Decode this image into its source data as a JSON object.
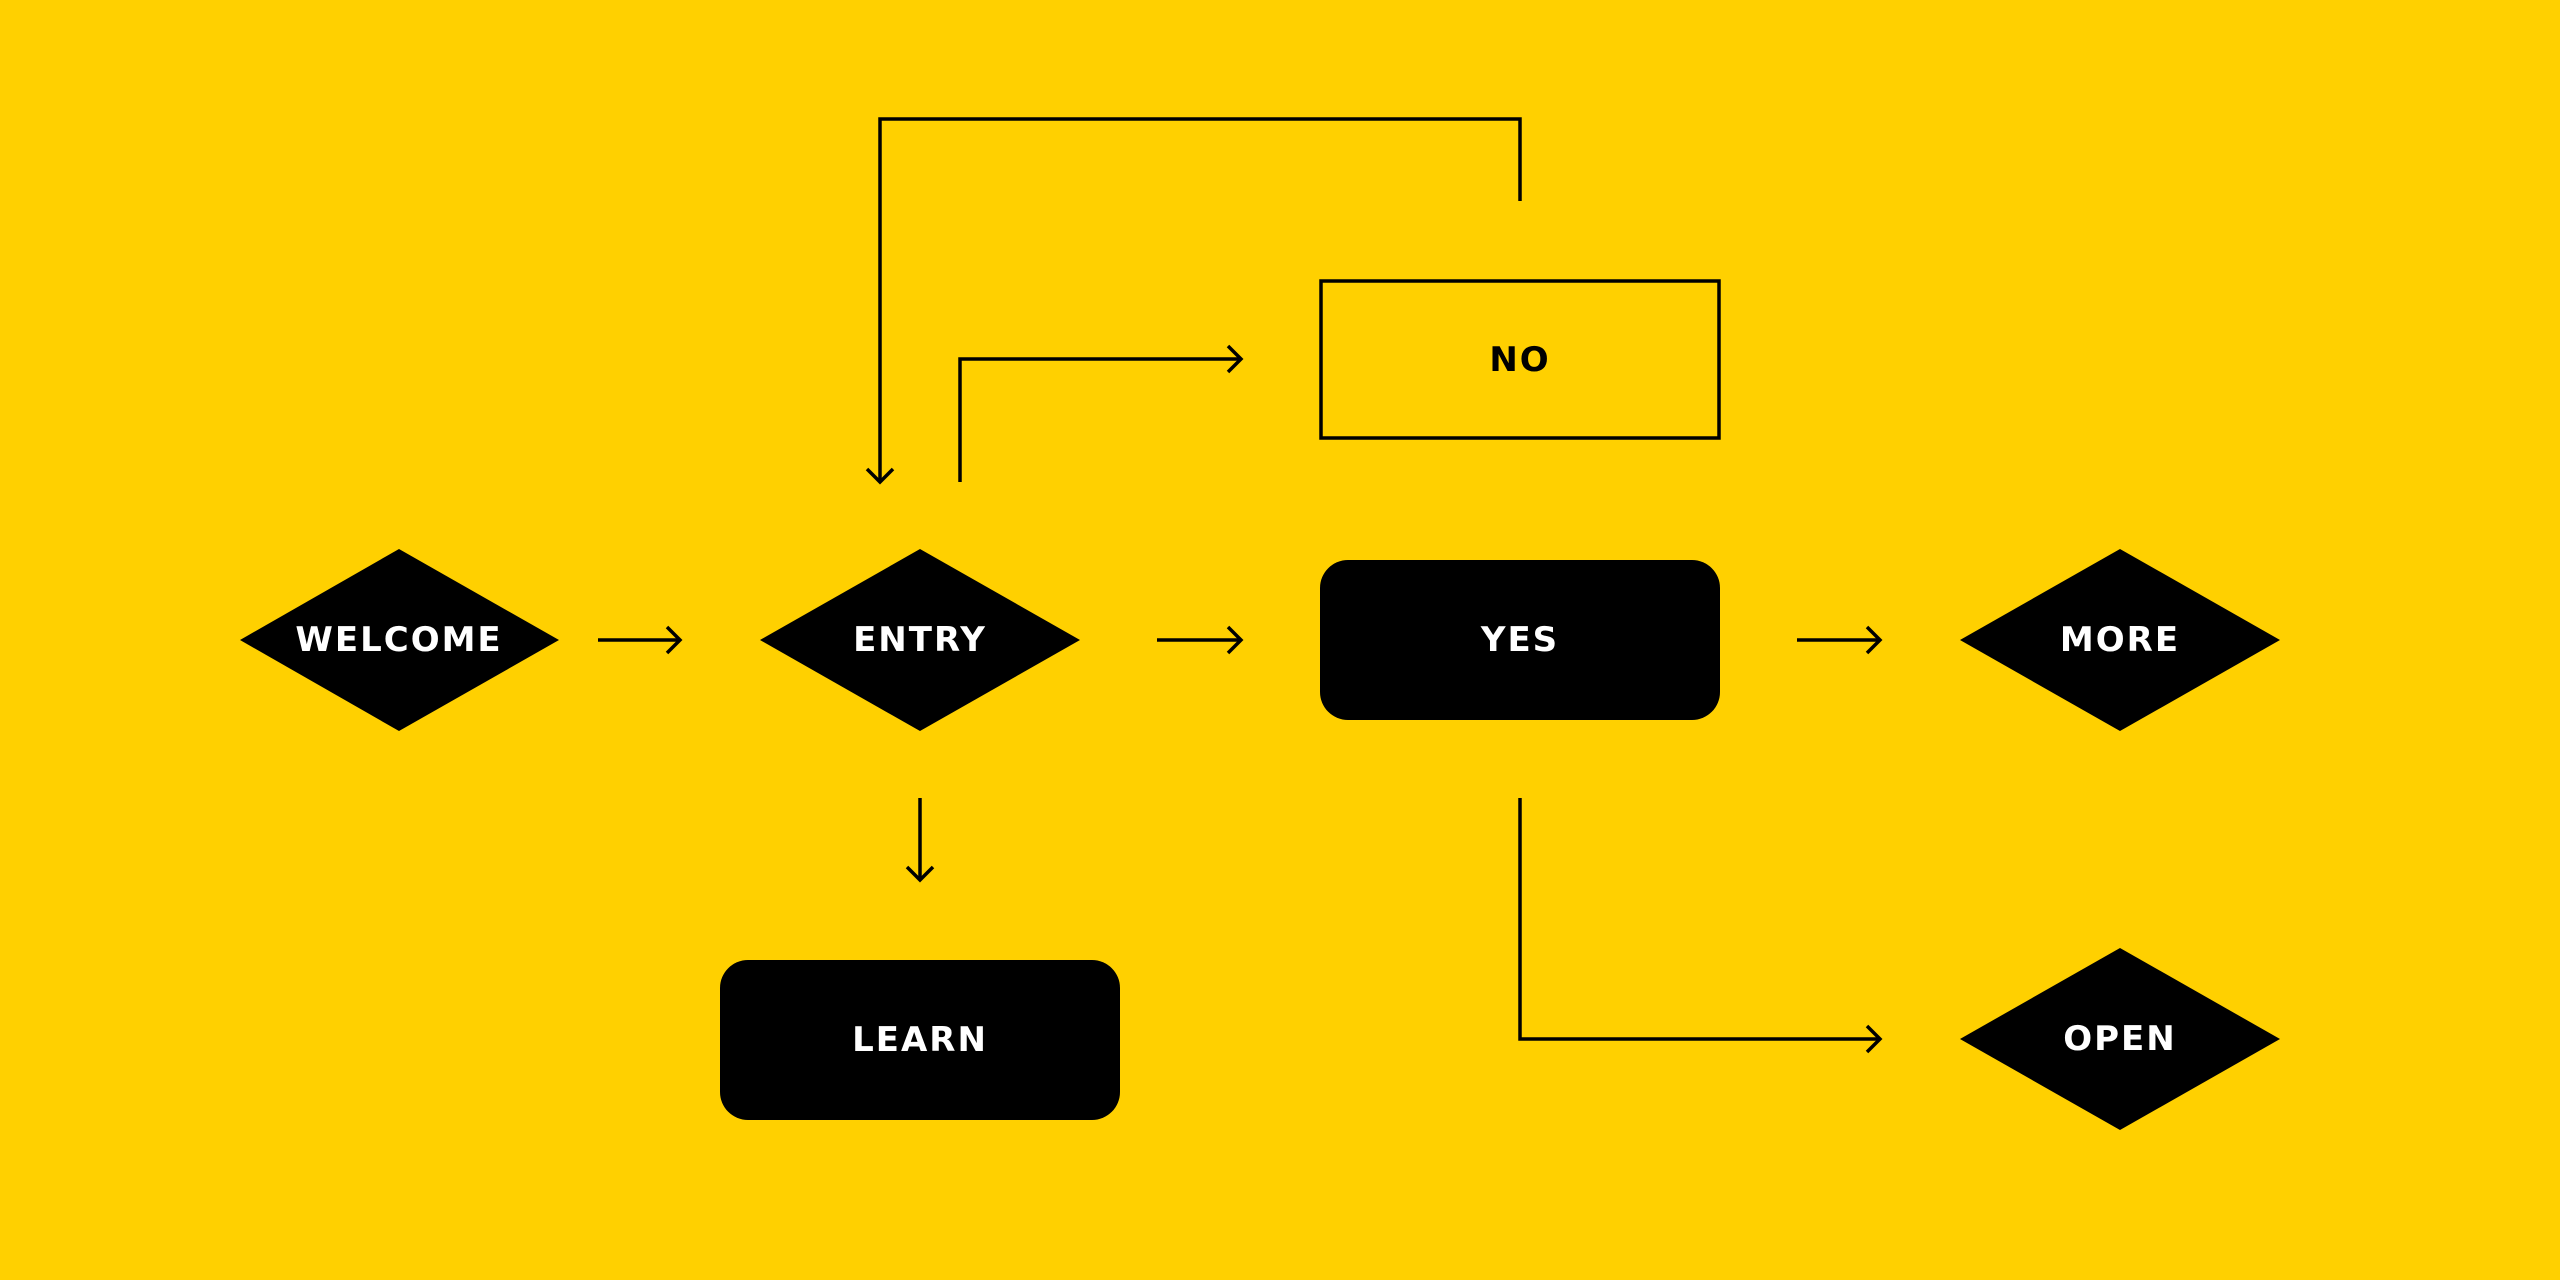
{
  "colors": {
    "background": "#ffd000",
    "node_fill": "#000000",
    "node_text_dark_bg": "#ffffff",
    "node_text_light_bg": "#000000",
    "line": "#000000"
  },
  "nodes": {
    "welcome": {
      "label": "WELCOME",
      "shape": "diamond"
    },
    "entry": {
      "label": "ENTRY",
      "shape": "diamond"
    },
    "no": {
      "label": "NO",
      "shape": "outlined-rectangle"
    },
    "yes": {
      "label": "YES",
      "shape": "rounded-rectangle"
    },
    "more": {
      "label": "MORE",
      "shape": "diamond"
    },
    "learn": {
      "label": "LEARN",
      "shape": "rounded-rectangle"
    },
    "open": {
      "label": "OPEN",
      "shape": "diamond"
    }
  },
  "edges": [
    {
      "from": "welcome",
      "to": "entry"
    },
    {
      "from": "entry",
      "to": "yes"
    },
    {
      "from": "yes",
      "to": "more"
    },
    {
      "from": "entry",
      "to": "learn"
    },
    {
      "from": "entry",
      "to": "no"
    },
    {
      "from": "no",
      "to": "entry"
    },
    {
      "from": "yes",
      "to": "open"
    }
  ]
}
